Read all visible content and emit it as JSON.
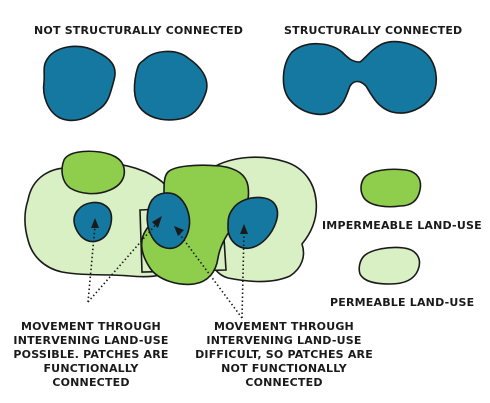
{
  "labels": {
    "not_connected": "NOT STRUCTURALLY CONNECTED",
    "connected": "STRUCTURALLY CONNECTED",
    "impermeable": "IMPERMEABLE LAND-USE",
    "permeable": "PERMEABLE LAND-USE"
  },
  "caption_left": {
    "lines": [
      "MOVEMENT THROUGH",
      "INTERVENING LAND-USE",
      "POSSIBLE. PATCHES ARE",
      "FUNCTIONALLY",
      "CONNECTED"
    ]
  },
  "caption_right": {
    "line1": "MOVEMENT THROUGH",
    "line2": "INTERVENING LAND-USE",
    "line3": "DIFFICULT, SO  PATCHES ARE",
    "line4_bold": "NOT",
    "line4_rest": " FUNCTIONALLY",
    "line5": "CONNECTED"
  },
  "colors": {
    "habitat": "#1478a0",
    "impermeable": "#8fce4c",
    "permeable": "#d9efc4",
    "stroke": "#1a1a1a"
  }
}
